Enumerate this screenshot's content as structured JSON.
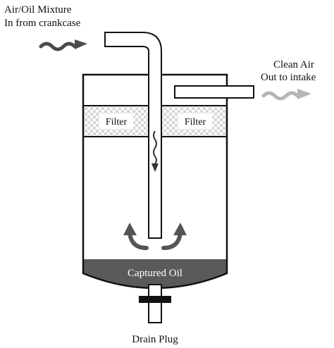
{
  "labels": {
    "inlet_line1": "Air/Oil Mixture",
    "inlet_line2": "In from crankcase",
    "outlet_line1": "Clean Air",
    "outlet_line2": "Out to intake",
    "filter_left": "Filter",
    "filter_right": "Filter",
    "captured_oil": "Captured Oil",
    "drain_plug": "Drain Plug"
  },
  "colors": {
    "outline": "#111111",
    "inlet_arrow": "#4a4a4a",
    "outlet_arrow": "#b5b5b5",
    "flow_arrows": "#555555",
    "oil": "#5a5a5a",
    "filter_check_a": "#dcdcdc",
    "filter_check_b": "#ffffff"
  }
}
